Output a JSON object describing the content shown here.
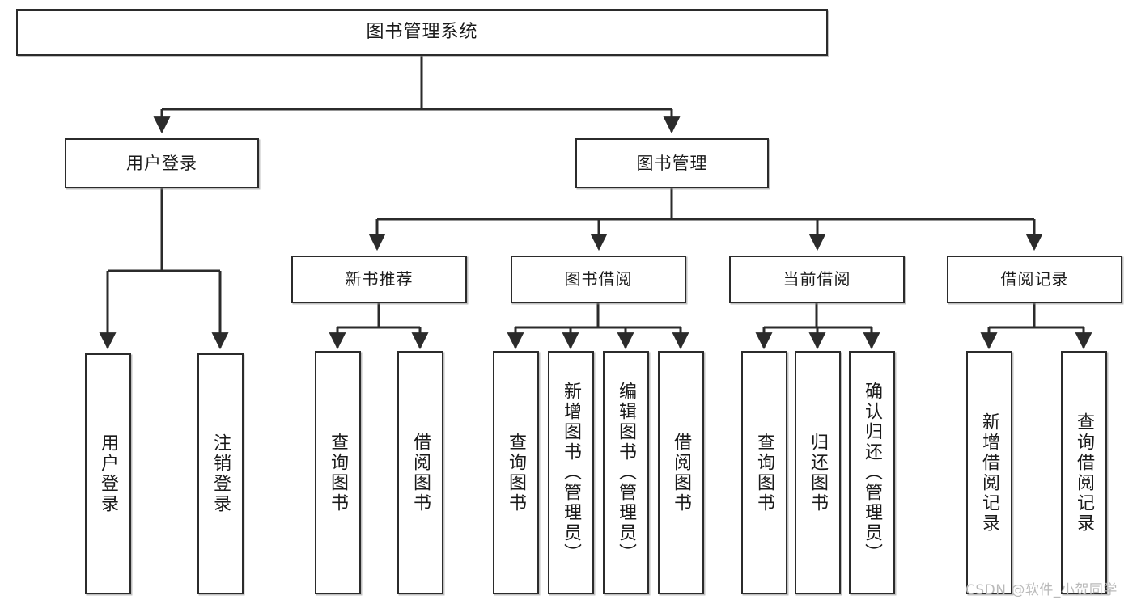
{
  "diagram": {
    "type": "tree-hierarchy",
    "title": "图书管理系统",
    "watermark": "CSDN @软件_小贺同学",
    "colors": {
      "box_border": "#2b2b2b",
      "box_fill": "#ffffff",
      "edge": "#2b2b2b",
      "text": "#1a1a1a",
      "watermark": "#b9b9b9",
      "background": "#ffffff"
    },
    "nodes": {
      "root": {
        "label": "图书管理系统"
      },
      "level2": [
        {
          "id": "user-login",
          "label": "用户登录"
        },
        {
          "id": "book-manage",
          "label": "图书管理"
        }
      ],
      "level3": [
        {
          "id": "new-book-rec",
          "label": "新书推荐"
        },
        {
          "id": "book-borrow",
          "label": "图书借阅"
        },
        {
          "id": "current-borrow",
          "label": "当前借阅"
        },
        {
          "id": "borrow-record",
          "label": "借阅记录"
        }
      ],
      "leaves": [
        {
          "id": "leaf-user-login",
          "label": "用户登录",
          "parent": "user-login"
        },
        {
          "id": "leaf-user-logout",
          "label": "注销登录",
          "parent": "user-login"
        },
        {
          "id": "leaf-query-book-1",
          "label": "查询图书",
          "parent": "new-book-rec"
        },
        {
          "id": "leaf-borrow-book-1",
          "label": "借阅图书",
          "parent": "new-book-rec"
        },
        {
          "id": "leaf-query-book-2",
          "label": "查询图书",
          "parent": "book-borrow"
        },
        {
          "id": "leaf-add-book",
          "label": "新增图书（管理员）",
          "parent": "book-borrow"
        },
        {
          "id": "leaf-edit-book",
          "label": "编辑图书（管理员）",
          "parent": "book-borrow"
        },
        {
          "id": "leaf-borrow-book-2",
          "label": "借阅图书",
          "parent": "book-borrow"
        },
        {
          "id": "leaf-query-book-3",
          "label": "查询图书",
          "parent": "current-borrow"
        },
        {
          "id": "leaf-return-book",
          "label": "归还图书",
          "parent": "current-borrow"
        },
        {
          "id": "leaf-confirm-return",
          "label": "确认归还（管理员）",
          "parent": "current-borrow"
        },
        {
          "id": "leaf-add-record",
          "label": "新增借阅记录",
          "parent": "borrow-record"
        },
        {
          "id": "leaf-query-record",
          "label": "查询借阅记录",
          "parent": "borrow-record"
        }
      ]
    }
  }
}
